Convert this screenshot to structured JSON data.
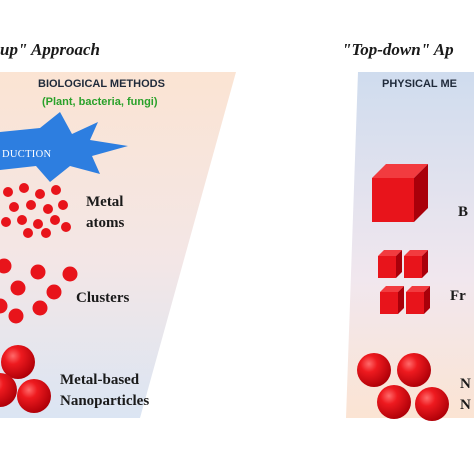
{
  "left": {
    "heading": "up\" Approach",
    "panel_title": "BIOLOGICAL METHODS",
    "panel_subtitle": "(Plant, bacteria, fungi)",
    "burst_label": "DUCTION",
    "stages": [
      {
        "line1": "Metal",
        "line2": "atoms"
      },
      {
        "line1": "Clusters",
        "line2": ""
      },
      {
        "line1": "Metal-based",
        "line2": "Nanoparticles"
      }
    ]
  },
  "right": {
    "heading": "\"Top-down\" Ap",
    "panel_title": "PHYSICAL ME",
    "stages": [
      {
        "label": "B"
      },
      {
        "label": "Fr"
      },
      {
        "line1": "N",
        "line2": "N"
      }
    ]
  },
  "colors": {
    "particle": "#e8141b",
    "burst": "#2d7ee0",
    "green_text": "#2aa12a"
  }
}
